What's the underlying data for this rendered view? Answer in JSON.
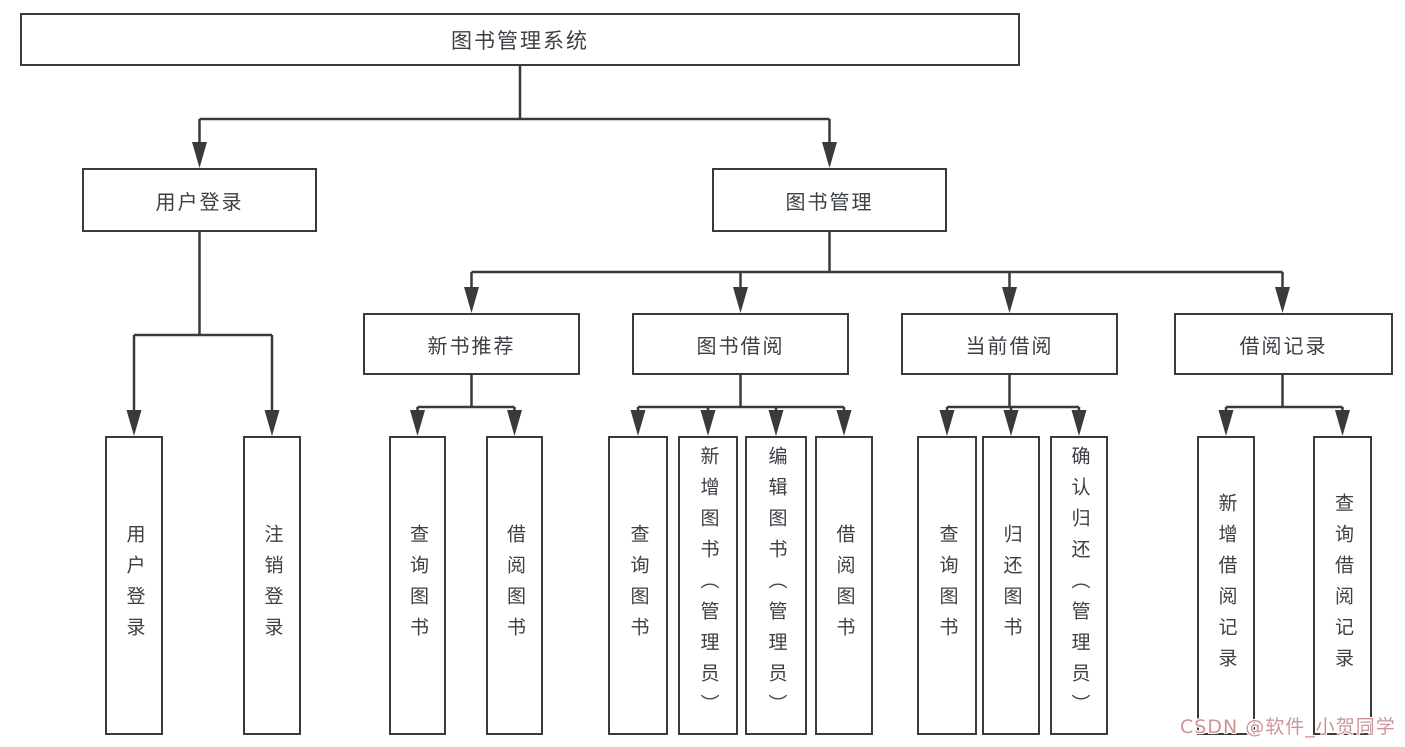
{
  "colors": {
    "line": "#3a3a3a",
    "text": "#3c4045",
    "background": "#ffffff",
    "watermark": "#cf9595"
  },
  "watermark": {
    "text": "CSDN @软件_小贺同学"
  },
  "nodes": {
    "root": "图书管理系统",
    "user_login": "用户登录",
    "book_mgmt": "图书管理",
    "new_book_rec": "新书推荐",
    "book_borrow": "图书借阅",
    "current_borrow": "当前借阅",
    "borrow_records": "借阅记录",
    "leaf_user_login": "用户登录",
    "leaf_logout": "注销登录",
    "leaf_query_books_a": "查询图书",
    "leaf_borrow_books_a": "借阅图书",
    "leaf_query_books_b": "查询图书",
    "leaf_add_books": "新增图书（管理员）",
    "leaf_edit_books": "编辑图书（管理员）",
    "leaf_borrow_books_b": "借阅图书",
    "leaf_query_books_c": "查询图书",
    "leaf_return_books": "归还图书",
    "leaf_confirm_return": "确认归还（管理员）",
    "leaf_add_record": "新增借阅记录",
    "leaf_query_record": "查询借阅记录"
  },
  "hierarchy": {
    "图书管理系统": [
      "用户登录",
      "图书管理"
    ],
    "用户登录": [
      "用户登录",
      "注销登录"
    ],
    "图书管理": [
      "新书推荐",
      "图书借阅",
      "当前借阅",
      "借阅记录"
    ],
    "新书推荐": [
      "查询图书",
      "借阅图书"
    ],
    "图书借阅": [
      "查询图书",
      "新增图书（管理员）",
      "编辑图书（管理员）",
      "借阅图书"
    ],
    "当前借阅": [
      "查询图书",
      "归还图书",
      "确认归还（管理员）"
    ],
    "借阅记录": [
      "新增借阅记录",
      "查询借阅记录"
    ]
  }
}
